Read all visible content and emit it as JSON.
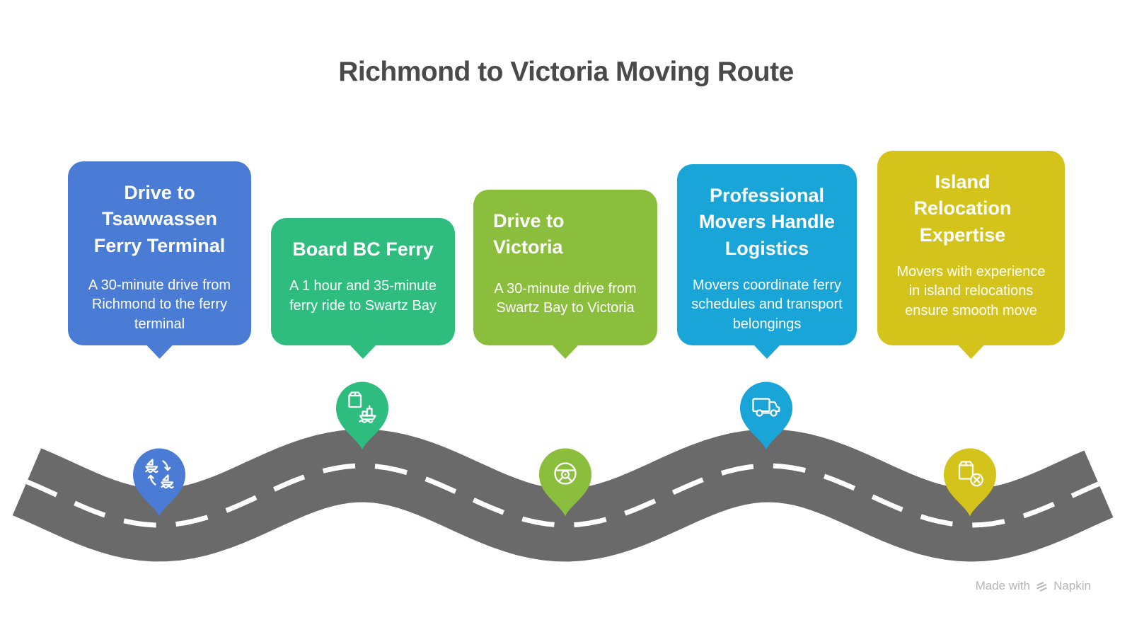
{
  "title": "Richmond to Victoria Moving Route",
  "title_color": "#4a4a4a",
  "background_color": "#ffffff",
  "cards": [
    {
      "title": "Drive to Tsawwassen Ferry Terminal",
      "body": "A 30-minute drive from Richmond to the ferry terminal",
      "color": "#4a7cd6",
      "icon": "ferry-transfer-icon"
    },
    {
      "title": "Board BC Ferry",
      "body": "A 1 hour and 35-minute ferry ride to Swartz Bay",
      "color": "#2ebc7f",
      "icon": "cargo-ship-icon"
    },
    {
      "title": "Drive to Victoria",
      "body": "A 30-minute drive from Swartz Bay to Victoria",
      "color": "#8cbe3e",
      "icon": "steering-wheel-icon"
    },
    {
      "title": "Professional Movers Handle Logistics",
      "body": "Movers coordinate ferry schedules and transport belongings",
      "color": "#1aa5d8",
      "icon": "moving-truck-icon"
    },
    {
      "title": "Island Relocation Expertise",
      "body": "Movers with experience in island relocations ensure smooth move",
      "color": "#d4c31a",
      "icon": "package-cancel-icon"
    }
  ],
  "road": {
    "color": "#6a6a6a",
    "line_color": "#ffffff"
  },
  "watermark": {
    "text": "Made with",
    "brand": "Napkin",
    "color": "#b5b5b5"
  }
}
